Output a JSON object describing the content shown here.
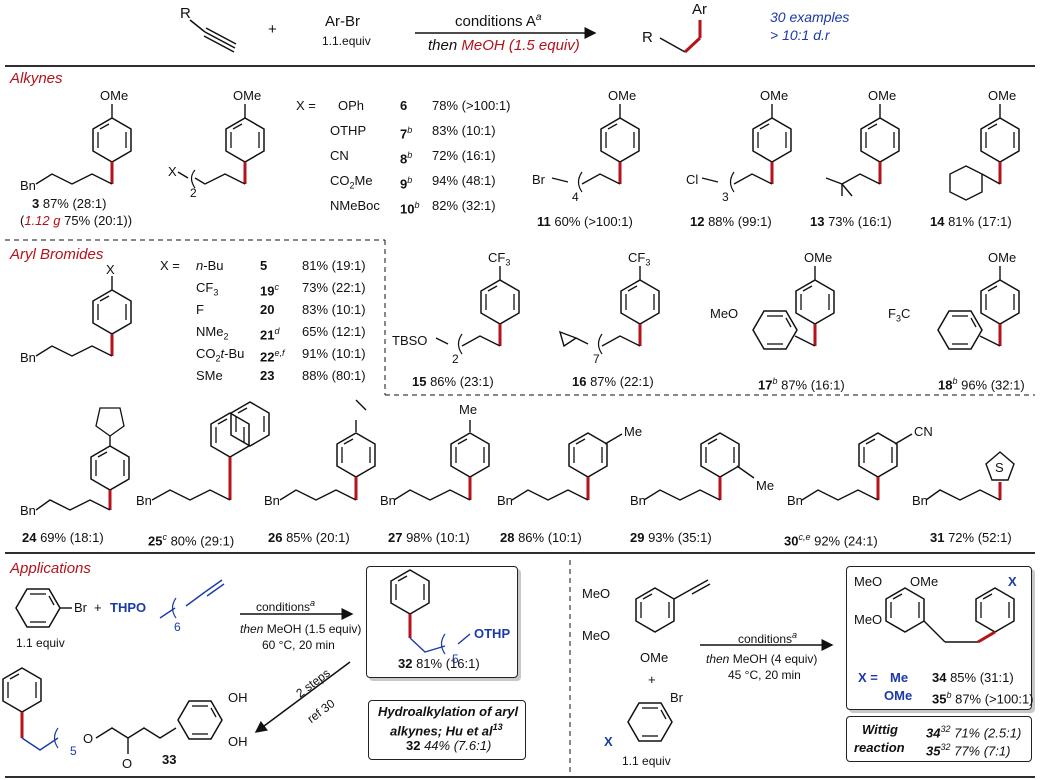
{
  "header": {
    "r_label": "R",
    "plus": "+",
    "arbr": "Ar-Br",
    "arbr_equiv": "1.1.equiv",
    "conditions": "conditions A",
    "conditions_sup": "a",
    "then_prefix": "then",
    "then_meoh": "MeOH (1.5 equiv)",
    "product_ar": "Ar",
    "product_r": "R",
    "examples": "30 examples",
    "dr": "> 10:1 d.r"
  },
  "sections": {
    "alkynes": "Alkynes",
    "aryl_bromides": "Aryl Bromides",
    "applications": "Applications"
  },
  "labels": {
    "ome": "OMe",
    "cf3": "CF",
    "cf3_sub": "3",
    "me": "Me",
    "cn": "CN",
    "bn": "Bn",
    "x": "X",
    "s": "S",
    "br": "Br",
    "cl": "Cl",
    "tbso": "TBSO",
    "meo": "MeO",
    "f3c": "F",
    "f3c_sub": "3",
    "f3c_c": "C",
    "oh": "OH"
  },
  "compound3": {
    "num": "3",
    "text": " 87% (28:1)",
    "scale": "1.12 g",
    "scale_text": " 75% (20:1)"
  },
  "x_table": {
    "prefix": "X =",
    "rows": [
      {
        "x": "OPh",
        "num": "6",
        "sup": "",
        "res": "78% (>100:1)"
      },
      {
        "x": "OTHP",
        "num": "7",
        "sup": "b",
        "res": "83% (10:1)"
      },
      {
        "x": "CN",
        "num": "8",
        "sup": "b",
        "res": "72% (16:1)"
      },
      {
        "x": "CO",
        "x_sub": "2",
        "x_tail": "Me",
        "num": "9",
        "sup": "b",
        "res": "94% (48:1)"
      },
      {
        "x": "NMeBoc",
        "num": "10",
        "sup": "b",
        "res": "82% (32:1)"
      }
    ]
  },
  "aryl_table": {
    "prefix": "X =",
    "rows": [
      {
        "x": "n",
        "x_tail": "-Bu",
        "num": "5",
        "sup": "",
        "res": "81% (19:1)"
      },
      {
        "x": "CF",
        "x_sub": "3",
        "num": "19",
        "sup": "c",
        "res": "73% (22:1)"
      },
      {
        "x": "F",
        "num": "20",
        "sup": "",
        "res": "83% (10:1)"
      },
      {
        "x": "NMe",
        "x_sub": "2",
        "num": "21",
        "sup": "d",
        "res": "65% (12:1)"
      },
      {
        "x": "CO",
        "x_sub": "2",
        "x_tail": "t",
        "x_tail2": "-Bu",
        "num": "22",
        "sup": "e,f",
        "res": "91% (10:1)"
      },
      {
        "x": "SMe",
        "num": "23",
        "sup": "",
        "res": "88% (80:1)"
      }
    ]
  },
  "row1_products": [
    {
      "num": "11",
      "res": " 60% (>100:1)",
      "sub": "4"
    },
    {
      "num": "12",
      "res": " 88% (99:1)",
      "sub": "3"
    },
    {
      "num": "13",
      "res": " 73% (16:1)"
    },
    {
      "num": "14",
      "res": " 81% (17:1)"
    }
  ],
  "row2_products": [
    {
      "num": "15",
      "res": " 86% (23:1)",
      "sub": "2"
    },
    {
      "num": "16",
      "res": " 87% (22:1)",
      "sub": "7"
    },
    {
      "num": "17",
      "sup": "b",
      "res": " 87% (16:1)"
    },
    {
      "num": "18",
      "sup": "b",
      "res": " 96% (32:1)"
    }
  ],
  "row3_products": [
    {
      "num": "24",
      "res": " 69% (18:1)"
    },
    {
      "num": "25",
      "sup": "c",
      "res": " 80% (29:1)"
    },
    {
      "num": "26",
      "res": " 85% (20:1)"
    },
    {
      "num": "27",
      "res": " 98% (10:1)"
    },
    {
      "num": "28",
      "res": " 86% (10:1)"
    },
    {
      "num": "29",
      "res": " 93% (35:1)"
    },
    {
      "num": "30",
      "sup": "c,e",
      "res": " 92% (24:1)"
    },
    {
      "num": "31",
      "res": " 72% (52:1)"
    }
  ],
  "applications": {
    "left": {
      "br": "Br",
      "equiv": "1.1 equiv",
      "plus": "+",
      "thpo": "THPO",
      "sub6": "6",
      "conditions": "conditions",
      "conditions_sup": "a",
      "then": "then",
      "meoh": " MeOH (1.5 equiv)",
      "temp": "60 °C, 20 min",
      "product_num": "32",
      "product_res": " 81% (16:1)",
      "otHP": "OTHP",
      "sub5": "5",
      "steps": "2 steps",
      "ref": "ref 30",
      "o": "O",
      "product33": "33",
      "oh": "OH",
      "hydro1": "Hydroalkylation of aryl",
      "hydro2": "alkynes; Hu et al",
      "hydro_sup": "13",
      "hydro_num": "32",
      "hydro_res": " 44% (7.6:1)"
    },
    "right": {
      "meo": "MeO",
      "ome": "OMe",
      "plus": "+",
      "x": "X",
      "br": "Br",
      "equiv": "1.1 equiv",
      "conditions": "conditions",
      "conditions_sup": "a",
      "then": "then",
      "meoh": " MeOH (4 equiv)",
      "temp": "45 °C, 20 min",
      "x_eq": "X =",
      "me": "Me",
      "ome2": "OMe",
      "p34": "34",
      "p34_res": " 85% (31:1)",
      "p35": "35",
      "p35_sup": "b",
      "p35_res": " 87% (>100:1)",
      "wittig": "Wittig",
      "reaction": "reaction",
      "w34": "34",
      "w34_sup": "32",
      "w34_res": " 71% (2.5:1)",
      "w35": "35",
      "w35_sup": "32",
      "w35_res": " 77% (7:1)"
    }
  },
  "colors": {
    "accent_red": "#b5121b",
    "accent_blue": "#1a3aa8"
  }
}
